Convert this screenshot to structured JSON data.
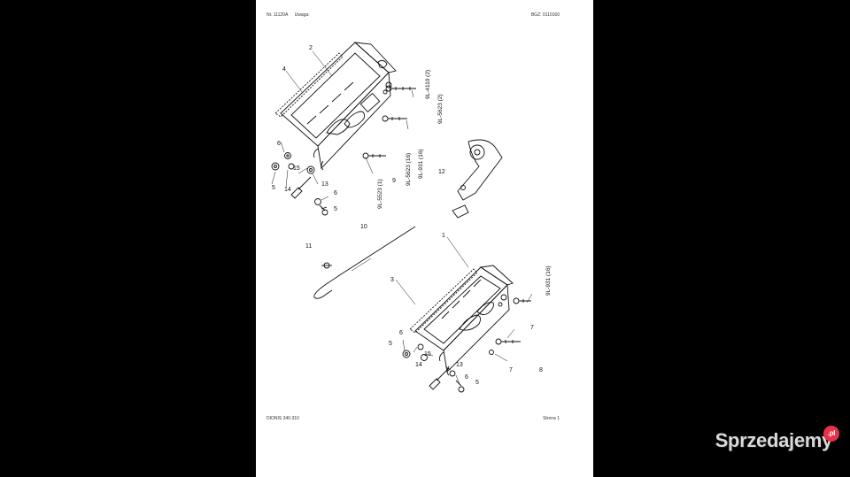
{
  "header": {
    "doc_number": "Nr. 11120A",
    "remark_label": "Uwaga:",
    "code": "BGZ: 0110160"
  },
  "footer": {
    "model": "DIONIS 340-310",
    "page": "Strona 1"
  },
  "callouts": {
    "c1": "1",
    "c2": "2",
    "c3": "3",
    "c4": "4",
    "c5a": "5",
    "c5b": "5",
    "c5c": "5",
    "c5d": "5",
    "c6a": "6",
    "c6b": "6",
    "c6c": "6",
    "c6d": "6",
    "c7a": "7",
    "c7b": "7",
    "c8": "8",
    "c9": "9",
    "c10": "10",
    "c11": "11",
    "c12": "12",
    "c13a": "13",
    "c13b": "13",
    "c14a": "14",
    "c14b": "14",
    "c15a": "15",
    "c15b": "15"
  },
  "part_refs": {
    "r1": "9L-4110 (2)",
    "r2": "9L-5623 (2)",
    "r3": "9L-5623 (16)",
    "r4": "9L-931 (16)",
    "r5": "9L-5523 (1)",
    "r6": "9L-931 (16)"
  },
  "watermark": {
    "text": "Sprzedajemy",
    "suffix": ".pl"
  },
  "colors": {
    "background": "#000000",
    "page": "#ffffff",
    "ink": "#111111",
    "watermark_accent": "#e8324a"
  }
}
